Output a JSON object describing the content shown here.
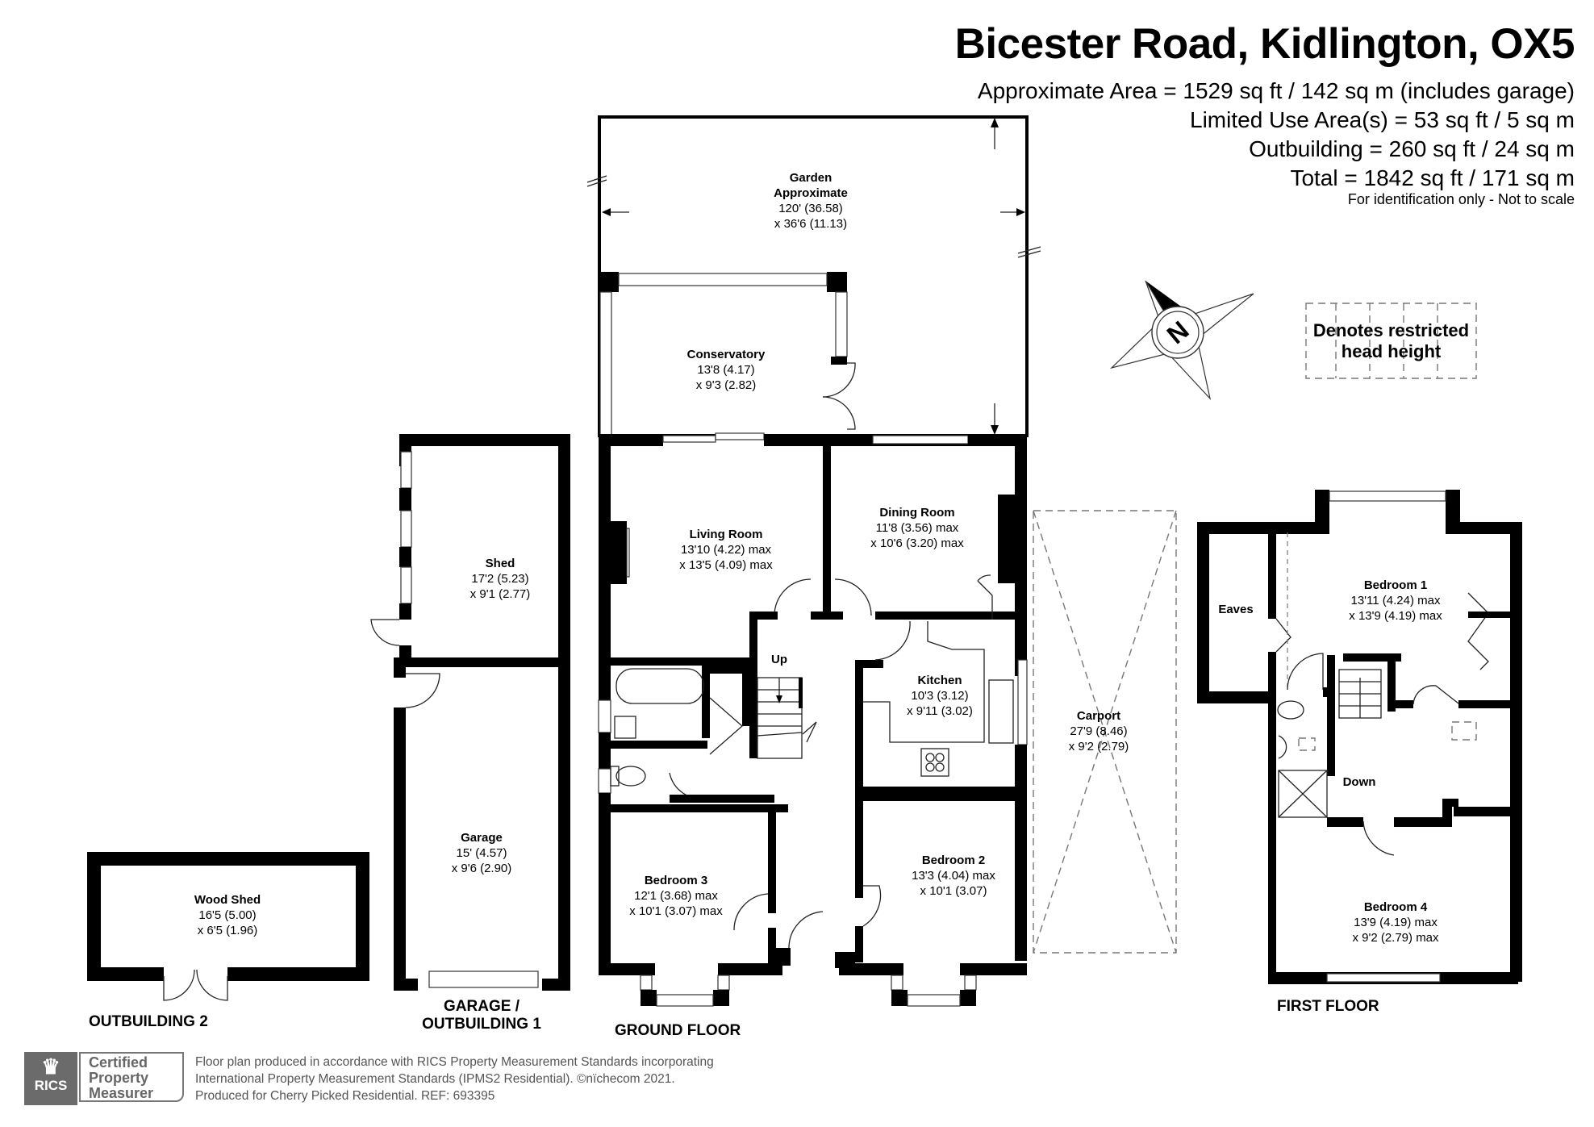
{
  "header": {
    "title": "Bicester Road, Kidlington, OX5",
    "areas": [
      "Approximate Area = 1529 sq ft / 142 sq m (includes garage)",
      "Limited Use Area(s) = 53 sq ft / 5 sq m",
      "Outbuilding = 260 sq ft / 24 sq m",
      "Total = 1842 sq ft / 171 sq m"
    ],
    "note": "For identification only - Not to scale"
  },
  "legend": {
    "restricted_line1": "Denotes restricted",
    "restricted_line2": "head height",
    "compass_label": "N"
  },
  "floors": {
    "ground": "GROUND FLOOR",
    "first": "FIRST FLOOR",
    "garage_line1": "GARAGE /",
    "garage_line2": "OUTBUILDING 1",
    "outbuilding2": "OUTBUILDING 2"
  },
  "rooms": {
    "garden": {
      "name1": "Garden",
      "name2": "Approximate",
      "dim1": "120' (36.58)",
      "dim2": "x 36'6 (11.13)"
    },
    "conservatory": {
      "name": "Conservatory",
      "dim1": "13'8 (4.17)",
      "dim2": "x 9'3 (2.82)"
    },
    "living": {
      "name": "Living Room",
      "dim1": "13'10 (4.22) max",
      "dim2": "x 13'5 (4.09) max"
    },
    "dining": {
      "name": "Dining Room",
      "dim1": "11'8 (3.56) max",
      "dim2": "x 10'6 (3.20) max"
    },
    "kitchen": {
      "name": "Kitchen",
      "dim1": "10'3 (3.12)",
      "dim2": "x 9'11 (3.02)"
    },
    "bedroom3": {
      "name": "Bedroom 3",
      "dim1": "12'1 (3.68) max",
      "dim2": "x 10'1 (3.07) max"
    },
    "bedroom2": {
      "name": "Bedroom 2",
      "dim1": "13'3 (4.04) max",
      "dim2": "x 10'1 (3.07)"
    },
    "carport": {
      "name": "Carport",
      "dim1": "27'9 (8.46)",
      "dim2": "x 9'2 (2.79)"
    },
    "shed": {
      "name": "Shed",
      "dim1": "17'2 (5.23)",
      "dim2": "x 9'1 (2.77)"
    },
    "garage": {
      "name": "Garage",
      "dim1": "15' (4.57)",
      "dim2": "x 9'6 (2.90)"
    },
    "woodshed": {
      "name": "Wood Shed",
      "dim1": "16'5 (5.00)",
      "dim2": "x 6'5 (1.96)"
    },
    "bedroom1": {
      "name": "Bedroom 1",
      "dim1": "13'11 (4.24) max",
      "dim2": "x 13'9 (4.19) max"
    },
    "bedroom4": {
      "name": "Bedroom 4",
      "dim1": "13'9 (4.19) max",
      "dim2": "x 9'2 (2.79) max"
    },
    "eaves": {
      "name": "Eaves"
    }
  },
  "stairs": {
    "up": "Up",
    "down": "Down"
  },
  "footer": {
    "badge_org": "RICS",
    "badge_line1": "Certified",
    "badge_line2": "Property",
    "badge_line3": "Measurer",
    "line1": "Floor plan produced in accordance with RICS Property Measurement Standards incorporating",
    "line2": "International Property Measurement Standards (IPMS2 Residential).   ©nïchecom 2021.",
    "line3": "Produced for Cherry Picked Residential.   REF:  693395"
  }
}
